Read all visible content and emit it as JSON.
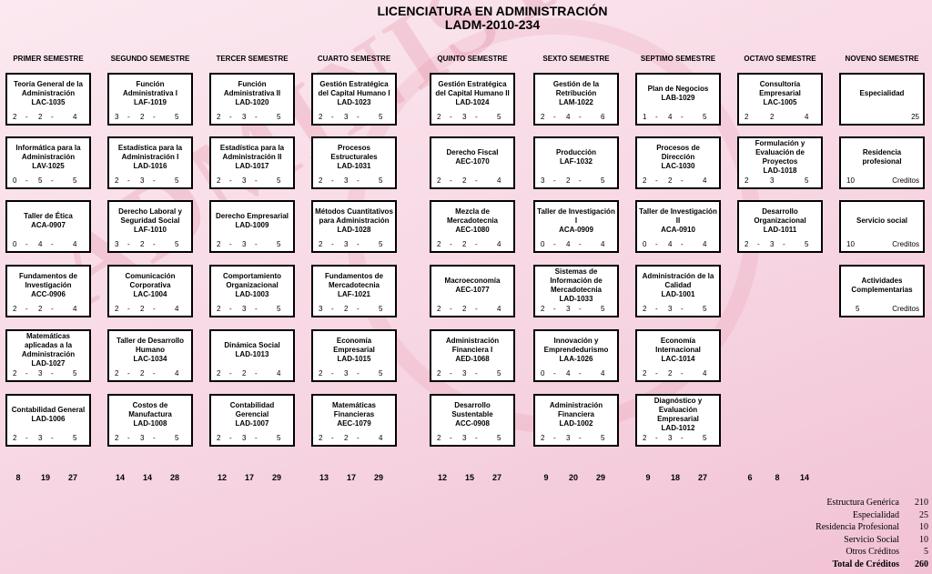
{
  "header": {
    "title": "LICENCIATURA  EN ADMINISTRACIÓN",
    "subtitle": "LADM-2010-234"
  },
  "watermark": "ADMINISTRACIÓN",
  "semesters": [
    {
      "label": "PRIMER SEMESTRE",
      "totals": [
        "8",
        "19",
        "27"
      ],
      "courses": [
        {
          "name": "Teoría General de la Administración",
          "code": "LAC-1035",
          "credits": [
            "2",
            "-",
            "2",
            "-",
            "4"
          ]
        },
        {
          "name": "Informática para la Administración",
          "code": "LAV-1025",
          "credits": [
            "0",
            "-",
            "5",
            "-",
            "5"
          ]
        },
        {
          "name": "Taller de Ética",
          "code": "ACA-0907",
          "credits": [
            "0",
            "-",
            "4",
            "-",
            "4"
          ]
        },
        {
          "name": "Fundamentos  de Investigación",
          "code": "ACC-0906",
          "credits": [
            "2",
            "-",
            "2",
            "-",
            "4"
          ]
        },
        {
          "name": "Matemáticas aplicadas a la Administración",
          "code": "LAD-1027",
          "credits": [
            "2",
            "-",
            "3",
            "-",
            "5"
          ]
        },
        {
          "name": "Contabilidad General",
          "code": "LAD-1006",
          "credits": [
            "2",
            "-",
            "3",
            "-",
            "5"
          ]
        }
      ]
    },
    {
      "label": "SEGUNDO SEMESTRE",
      "totals": [
        "14",
        "14",
        "28"
      ],
      "courses": [
        {
          "name": "Función Administrativa I",
          "code": "LAF-1019",
          "credits": [
            "3",
            "-",
            "2",
            "-",
            "5"
          ]
        },
        {
          "name": "Estadística para la Administración I",
          "code": "LAD-1016",
          "credits": [
            "2",
            "-",
            "3",
            "-",
            "5"
          ]
        },
        {
          "name": "Derecho Laboral y Seguridad Social",
          "code": "LAF-1010",
          "credits": [
            "3",
            "-",
            "2",
            "-",
            "5"
          ]
        },
        {
          "name": "Comunicación Corporativa",
          "code": "LAC-1004",
          "credits": [
            "2",
            "-",
            "2",
            "-",
            "4"
          ]
        },
        {
          "name": "Taller de Desarrollo Humano",
          "code": "LAC-1034",
          "credits": [
            "2",
            "-",
            "2",
            "-",
            "4"
          ]
        },
        {
          "name": "Costos de Manufactura",
          "code": "LAD-1008",
          "credits": [
            "2",
            "-",
            "3",
            "-",
            "5"
          ]
        }
      ]
    },
    {
      "label": "TERCER SEMESTRE",
      "totals": [
        "12",
        "17",
        "29"
      ],
      "courses": [
        {
          "name": "Función Administrativa II",
          "code": "LAD-1020",
          "credits": [
            "2",
            "-",
            "3",
            "-",
            "5"
          ]
        },
        {
          "name": "Estadística para la Administración II",
          "code": "LAD-1017",
          "credits": [
            "2",
            "-",
            "3",
            "-",
            "5"
          ]
        },
        {
          "name": "Derecho Empresarial",
          "code": "LAD-1009",
          "credits": [
            "2",
            "-",
            "3",
            "-",
            "5"
          ]
        },
        {
          "name": "Comportamiento Organizacional",
          "code": "LAD-1003",
          "credits": [
            "2",
            "-",
            "3",
            "-",
            "5"
          ]
        },
        {
          "name": "Dinámica Social",
          "code": "LAD-1013",
          "credits": [
            "2",
            "-",
            "2",
            "-",
            "4"
          ]
        },
        {
          "name": "Contabilidad Gerencial",
          "code": "LAD-1007",
          "credits": [
            "2",
            "-",
            "3",
            "-",
            "5"
          ]
        }
      ]
    },
    {
      "label": "CUARTO SEMESTRE",
      "totals": [
        "13",
        "17",
        "29"
      ],
      "courses": [
        {
          "name": "Gestión Estratégica del Capital Humano I",
          "code": "LAD-1023",
          "credits": [
            "2",
            "-",
            "3",
            "-",
            "5"
          ]
        },
        {
          "name": "Procesos Estructurales",
          "code": "LAD-1031",
          "credits": [
            "2",
            "-",
            "3",
            "-",
            "5"
          ]
        },
        {
          "name": "Métodos  Cuantitativos para  Administración",
          "code": "LAD-1028",
          "credits": [
            "2",
            "-",
            "3",
            "-",
            "5"
          ]
        },
        {
          "name": "Fundamentos de Mercadotecnia",
          "code": "LAF-1021",
          "credits": [
            "3",
            "-",
            "2",
            "-",
            "5"
          ]
        },
        {
          "name": "Economía Empresarial",
          "code": "LAD-1015",
          "credits": [
            "2",
            "-",
            "3",
            "-",
            "5"
          ]
        },
        {
          "name": "Matemáticas Financieras",
          "code": "AEC-1079",
          "credits": [
            "2",
            "-",
            "2",
            "-",
            "4"
          ]
        }
      ]
    },
    {
      "label": "QUINTO SEMESTRE",
      "totals": [
        "12",
        "15",
        "27"
      ],
      "courses": [
        {
          "name": "Gestión Estratégica del Capital  Humano II",
          "code": "LAD-1024",
          "credits": [
            "2",
            "-",
            "3",
            "-",
            "5"
          ]
        },
        {
          "name": "Derecho Fiscal",
          "code": "AEC-1070",
          "credits": [
            "2",
            "-",
            "2",
            "-",
            "4"
          ]
        },
        {
          "name": "Mezcla de Mercadotecnia",
          "code": "AEC-1080",
          "credits": [
            "2",
            "-",
            "2",
            "-",
            "4"
          ]
        },
        {
          "name": "Macroeconomía",
          "code": "AEC-1077",
          "credits": [
            "2",
            "-",
            "2",
            "-",
            "4"
          ]
        },
        {
          "name": "Administración Financiera I",
          "code": "AED-1068",
          "credits": [
            "2",
            "-",
            "3",
            "-",
            "5"
          ]
        },
        {
          "name": "Desarrollo Sustentable",
          "code": "ACC-0908",
          "credits": [
            "2",
            "-",
            "3",
            "-",
            "5"
          ]
        }
      ]
    },
    {
      "label": "SEXTO SEMESTRE",
      "totals": [
        "9",
        "20",
        "29"
      ],
      "courses": [
        {
          "name": "Gestión de la Retribución",
          "code": "LAM-1022",
          "credits": [
            "2",
            "-",
            "4",
            "-",
            "6"
          ]
        },
        {
          "name": "Producción",
          "code": "LAF-1032",
          "credits": [
            "3",
            "-",
            "2",
            "-",
            "5"
          ]
        },
        {
          "name": "Taller de Investigación I",
          "code": "ACA-0909",
          "credits": [
            "0",
            "-",
            "4",
            "-",
            "4"
          ]
        },
        {
          "name": "Sistemas de Información de Mercadotecnia",
          "code": "LAD-1033",
          "credits": [
            "2",
            "-",
            "3",
            "-",
            "5"
          ]
        },
        {
          "name": "Innovación y Emprendedurismo",
          "code": "LAA-1026",
          "credits": [
            "0",
            "-",
            "4",
            "-",
            "4"
          ]
        },
        {
          "name": "Administración Financiera",
          "code": "LAD-1002",
          "credits": [
            "2",
            "-",
            "3",
            "-",
            "5"
          ]
        }
      ]
    },
    {
      "label": "SEPTIMO SEMESTRE",
      "totals": [
        "9",
        "18",
        "27"
      ],
      "courses": [
        {
          "name": "Plan de Negocios",
          "code": "LAB-1029",
          "credits": [
            "1",
            "-",
            "4",
            "-",
            "5"
          ]
        },
        {
          "name": "Procesos de Dirección",
          "code": "LAC-1030",
          "credits": [
            "2",
            "-",
            "2",
            "-",
            "4"
          ]
        },
        {
          "name": "Taller de Investigación II",
          "code": "ACA-0910",
          "credits": [
            "0",
            "-",
            "4",
            "-",
            "4"
          ]
        },
        {
          "name": "Administración de la Calidad",
          "code": "LAD-1001",
          "credits": [
            "2",
            "-",
            "3",
            "-",
            "5"
          ]
        },
        {
          "name": "Economía Internacional",
          "code": "LAC-1014",
          "credits": [
            "2",
            "-",
            "2",
            "-",
            "4"
          ]
        },
        {
          "name": "Diagnóstico y Evaluación Empresarial",
          "code": "LAD-1012",
          "credits": [
            "2",
            "-",
            "3",
            "-",
            "5"
          ]
        }
      ]
    },
    {
      "label": "OCTAVO SEMESTRE",
      "totals": [
        "6",
        "8",
        "14"
      ],
      "courses": [
        {
          "name": "Consultoría Empresarial",
          "code": "LAC-1005",
          "credits": [
            "2",
            "",
            "2",
            "",
            "4"
          ]
        },
        {
          "name": "Formulación y Evaluación de Proyectos",
          "code": "LAD-1018",
          "credits": [
            "2",
            "",
            "3",
            "",
            "5"
          ]
        },
        {
          "name": "Desarrollo Organizacional",
          "code": "LAD-1011",
          "credits": [
            "2",
            "-",
            "3",
            "-",
            "5"
          ]
        }
      ]
    },
    {
      "label": "NOVENO SEMESTRE",
      "totals": [],
      "courses": [
        {
          "name": "Especialidad",
          "code": "",
          "right": "25"
        },
        {
          "name": "Residencia profesional",
          "code": "",
          "left": "10",
          "right": "Creditos"
        },
        {
          "name": "Servicio social",
          "code": "",
          "left": "10",
          "right": "Creditos"
        },
        {
          "name": "Actividades Complementarias",
          "code": "",
          "left": "5",
          "right": "Creditos"
        }
      ]
    }
  ],
  "summary": [
    {
      "label": "Estructura Genérica",
      "value": "210"
    },
    {
      "label": "Especialidad",
      "value": "25"
    },
    {
      "label": "Residencia  Profesional",
      "value": "10"
    },
    {
      "label": "Servicio Social",
      "value": "10"
    },
    {
      "label": "Otros Créditos",
      "value": "5"
    },
    {
      "label": "Total de Créditos",
      "value": "260",
      "total": true
    }
  ]
}
